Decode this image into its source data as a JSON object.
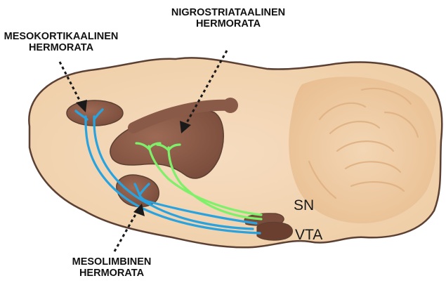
{
  "labels": {
    "nigrostriatal": [
      "NIGROSTRIATAALINEN",
      "HERMORATA"
    ],
    "mesocortical": [
      "MESOKORTIKAALINEN",
      "HERMORATA"
    ],
    "mesolimbic": [
      "MESOLIMBINEN",
      "HERMORATA"
    ],
    "sn": "SN",
    "vta": "VTA"
  },
  "colors": {
    "brain_fill": "#f2d3ae",
    "brain_outline": "#5b4033",
    "cerebellum_fill": "#ecc498",
    "nucleus_fill": "#8a5a48",
    "nucleus_dark": "#6b3f2f",
    "mesocortical_pathway": "#29a3df",
    "nigrostriatal_pathway": "#7ef06a",
    "arrow": "#1a1a1a"
  }
}
